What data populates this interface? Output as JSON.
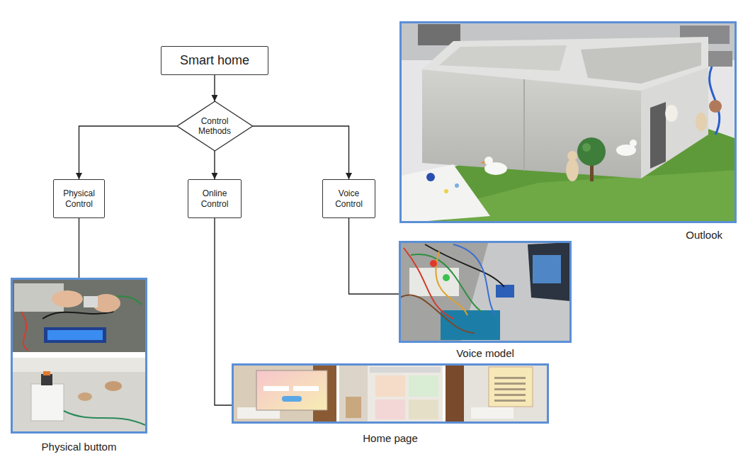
{
  "diagram": {
    "nodes": [
      {
        "text": [
          "Smart home"
        ]
      },
      {
        "text": [
          "Control Methods"
        ]
      },
      {
        "text": [
          "Physical Control"
        ]
      },
      {
        "text": [
          "Online Control"
        ]
      },
      {
        "text": [
          "Voice Control"
        ]
      },
      {
        "text": [
          "Physical buttom"
        ]
      },
      {
        "text": [
          "Home page"
        ]
      },
      {
        "text": [
          "Voice model"
        ]
      },
      {
        "text": [
          "Outlook"
        ]
      }
    ],
    "edges": [
      {
        "from": 0,
        "to": 1,
        "arrow": "to"
      },
      {
        "from": 1,
        "to": 2,
        "arrow": "to"
      },
      {
        "from": 1,
        "to": 3,
        "arrow": "to"
      },
      {
        "from": 1,
        "to": 4,
        "arrow": "to"
      },
      {
        "from": 2,
        "to": 5,
        "arrow": "none"
      },
      {
        "from": 3,
        "to": 6,
        "arrow": "none"
      },
      {
        "from": 4,
        "to": 7,
        "arrow": "none"
      }
    ]
  }
}
